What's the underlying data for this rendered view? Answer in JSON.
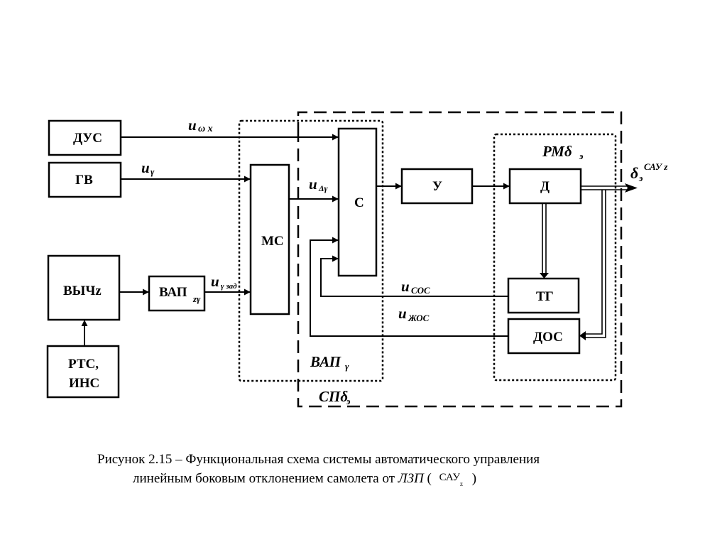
{
  "blocks": {
    "dus": "ДУС",
    "gv": "ГВ",
    "vych": "ВЫЧz",
    "rts_line1": "РТС,",
    "rts_line2": "ИНС",
    "vap_main": "ВАП",
    "vap_sub": "zγ",
    "ms": "МС",
    "s": "С",
    "u": "У",
    "d": "Д",
    "tg": "ТГ",
    "dos": "ДОС"
  },
  "signals": {
    "u_omega_main": "u",
    "u_omega_sub": "ω x",
    "u_gamma_main": "u",
    "u_gamma_sub": "γ",
    "u_delta_gamma_main": "u",
    "u_delta_gamma_sub": "Δγ",
    "u_gamma_zad_main": "u",
    "u_gamma_zad_sub": "γ зад",
    "u_sos_main": "u",
    "u_sos_sub": "СОС",
    "u_zhos_main": "u",
    "u_zhos_sub": "ЖОС",
    "delta_out_main": "δ",
    "delta_out_sub": "э",
    "delta_out_sup": "САУ z"
  },
  "groups": {
    "vap_gamma_main": "ВАП",
    "vap_gamma_sub": "γ",
    "rm_main": "РМδ",
    "rm_sub": "э",
    "sp_main": "СПδ",
    "sp_sub": "э"
  },
  "caption": {
    "line1": "Рисунок 2.15 – Функциональная схема системы автоматического управления",
    "line2_text": "линейным боковым отклонением самолета от ",
    "line2_italic": "ЛЗП",
    "line2_open": " (",
    "line2_sau": "САУ",
    "line2_sau_sub": "z",
    "line2_close": ")"
  }
}
